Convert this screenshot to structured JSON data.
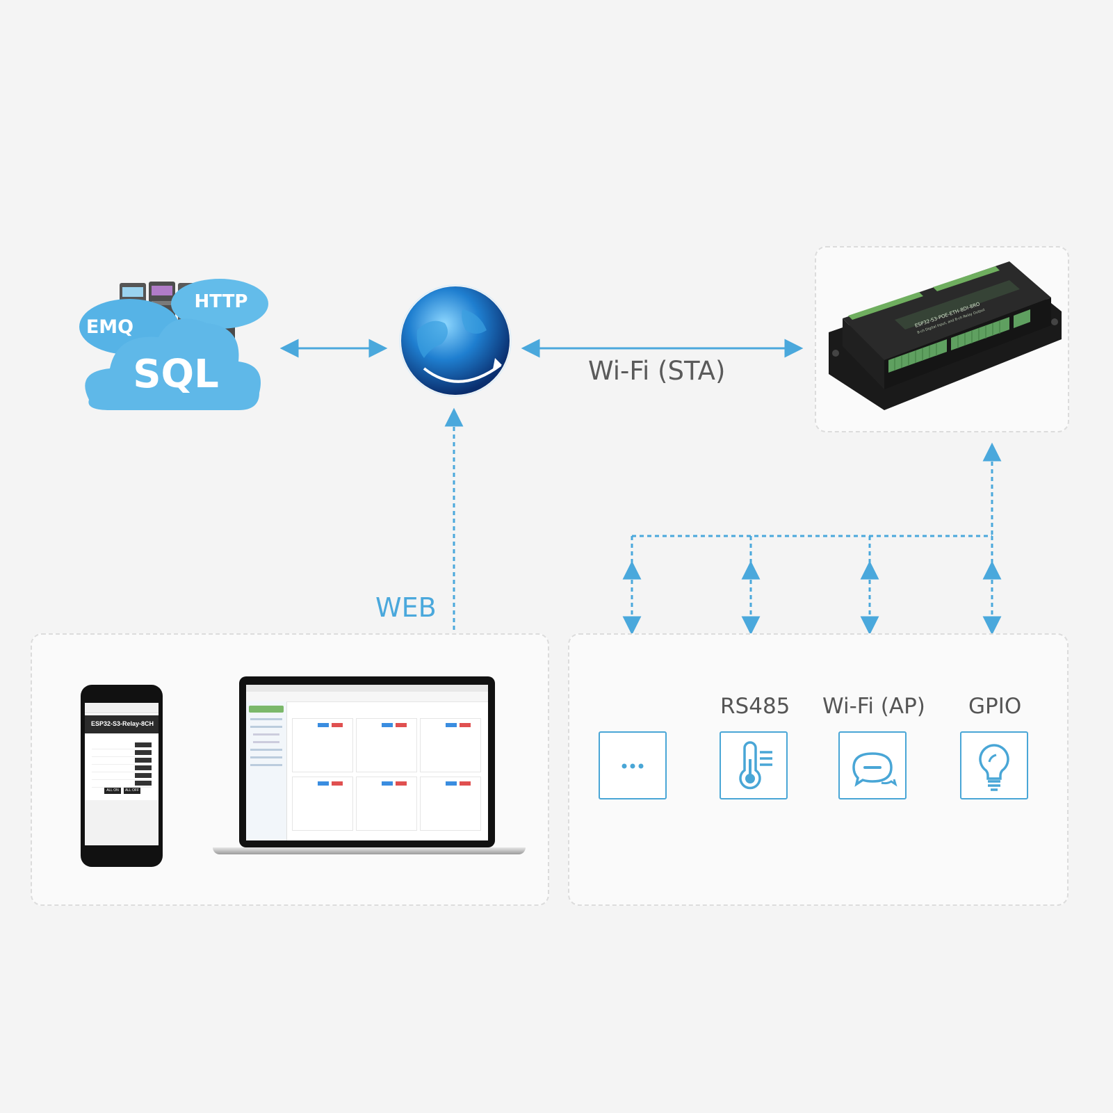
{
  "cloud": {
    "labels": [
      "EMQ",
      "HTTP",
      "SQL"
    ]
  },
  "connections": {
    "wifi_sta_label": "Wi-Fi (STA)",
    "web_label": "WEB"
  },
  "device": {
    "name": "ESP32-S3-POE-ETH-8DI-8RO",
    "subtitle": "8-ch Digital Input, and 8-ch Relay Output"
  },
  "phone": {
    "title": "ESP32-S3-Relay-8CH",
    "button_on": "ALL ON",
    "button_off": "ALL OFF"
  },
  "interfaces": [
    {
      "label": "",
      "icon": "more-icon"
    },
    {
      "label": "RS485",
      "icon": "thermometer-icon"
    },
    {
      "label": "Wi-Fi (AP)",
      "icon": "chat-bubble-icon"
    },
    {
      "label": "GPIO",
      "icon": "light-bulb-icon"
    }
  ],
  "colors": {
    "accent": "#4aa8dc",
    "label_gray": "#555555",
    "panel_border": "#dcdcdc",
    "cloud_blue": "#5fb8e8",
    "device_body": "#1c1c1c",
    "terminal_green": "#5fa060"
  }
}
